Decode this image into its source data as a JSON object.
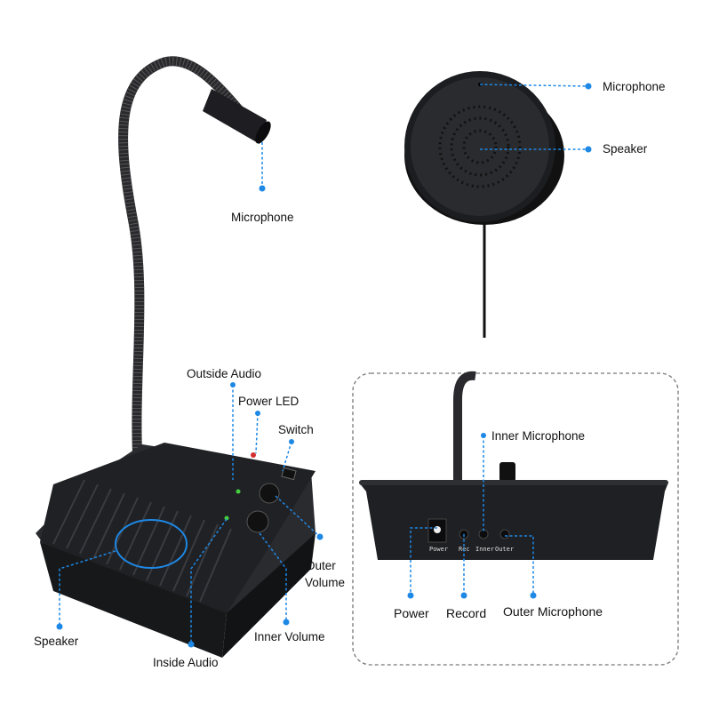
{
  "accent_color": "#1e88e5",
  "device_color": "#1c1d20",
  "labels": {
    "gooseneck_microphone": "Microphone",
    "outside_microphone": "Microphone",
    "outside_speaker": "Speaker",
    "outside_audio": "Outside Audio",
    "power_led": "Power LED",
    "switch": "Switch",
    "outer_volume": "Outer\nVolume",
    "outer_volume_line1": "Outer",
    "outer_volume_line2": "Volume",
    "inner_volume": "Inner Volume",
    "inside_audio": "Inside Audio",
    "base_speaker": "Speaker",
    "inner_microphone": "Inner Microphone",
    "power": "Power",
    "record": "Record",
    "outer_microphone": "Outer Microphone"
  },
  "back_panel": {
    "power": "Power",
    "rec": "Rec",
    "inner": "Inner",
    "outer": "Outer"
  }
}
